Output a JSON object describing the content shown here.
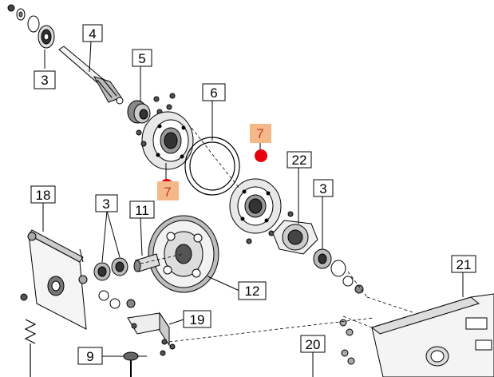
{
  "callouts": {
    "c4": "4",
    "c5": "5",
    "c3a": "3",
    "c6": "6",
    "c7a": "7",
    "c7b": "7",
    "c22": "22",
    "c3b": "3",
    "c18": "18",
    "c3c": "3",
    "c11": "11",
    "c12": "12",
    "c21": "21",
    "c19": "19",
    "c20": "20",
    "c9": "9"
  },
  "colors": {
    "line": "#000000",
    "highlight_box": "#f5b889",
    "highlight_text": "#c0392b",
    "hotspot_dot": "#e8000b"
  }
}
